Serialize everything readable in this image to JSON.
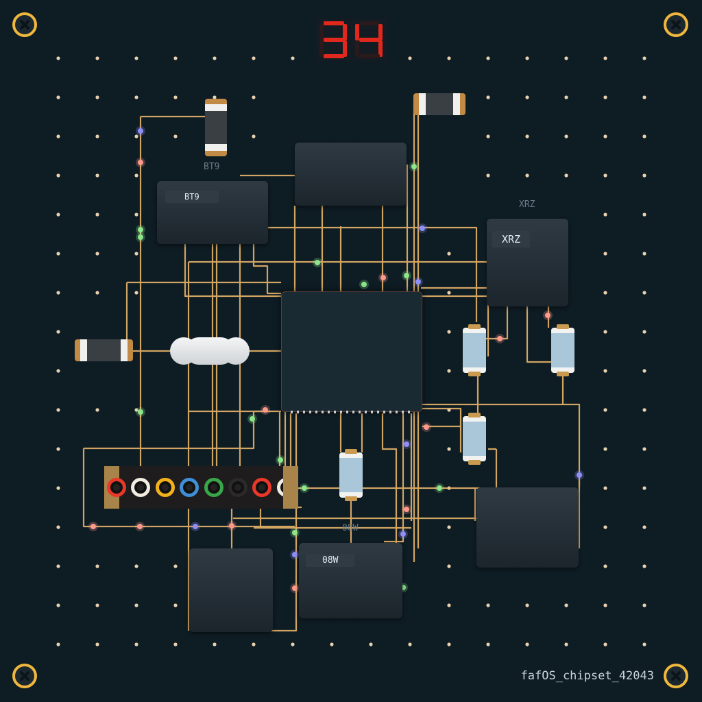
{
  "score_display": {
    "digits": [
      "3",
      "4"
    ],
    "color": "#e2271c"
  },
  "board": {
    "name": "fafOS_chipset_42043",
    "background": "#0e1c24",
    "trace_color": "#e8b46a",
    "via_color": "#e8d2b0"
  },
  "chips": [
    {
      "label": "BT9",
      "tag": "BT9"
    },
    {
      "label": "XRZ",
      "tag": "XRZ"
    },
    {
      "label": "08W",
      "tag": "08W"
    }
  ],
  "header_pins": [
    "red",
    "white",
    "yellow",
    "blue",
    "green",
    "black",
    "red",
    "white"
  ],
  "pin_colors": {
    "red": "#e8382a",
    "white": "#f1ede0",
    "yellow": "#f2b01c",
    "blue": "#3f8fd6",
    "green": "#3aa64a",
    "black": "#2a2a2a"
  },
  "led_colors": [
    "#8ee68a",
    "#ff9a8a",
    "#8f8ff6"
  ]
}
